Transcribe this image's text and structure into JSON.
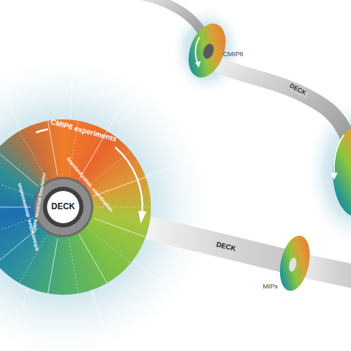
{
  "diagram": {
    "nodes": [
      {
        "text": [
          "CMIP6 experiments"
        ]
      },
      {
        "text": [
          "Standardization, coordination",
          "CMIP6 Historical Simulation",
          "Infrastructure, documentation"
        ],
        "in": 0
      },
      {
        "text": [
          "DECK"
        ],
        "in": 1
      },
      {
        "text": [
          "MIPx"
        ]
      },
      {
        "text": [
          "CMIP8"
        ]
      }
    ],
    "edges": [
      {
        "from": 0,
        "to": 3,
        "arrow": "none",
        "label": "DECK"
      }
    ],
    "labels": [
      "DECK"
    ]
  }
}
